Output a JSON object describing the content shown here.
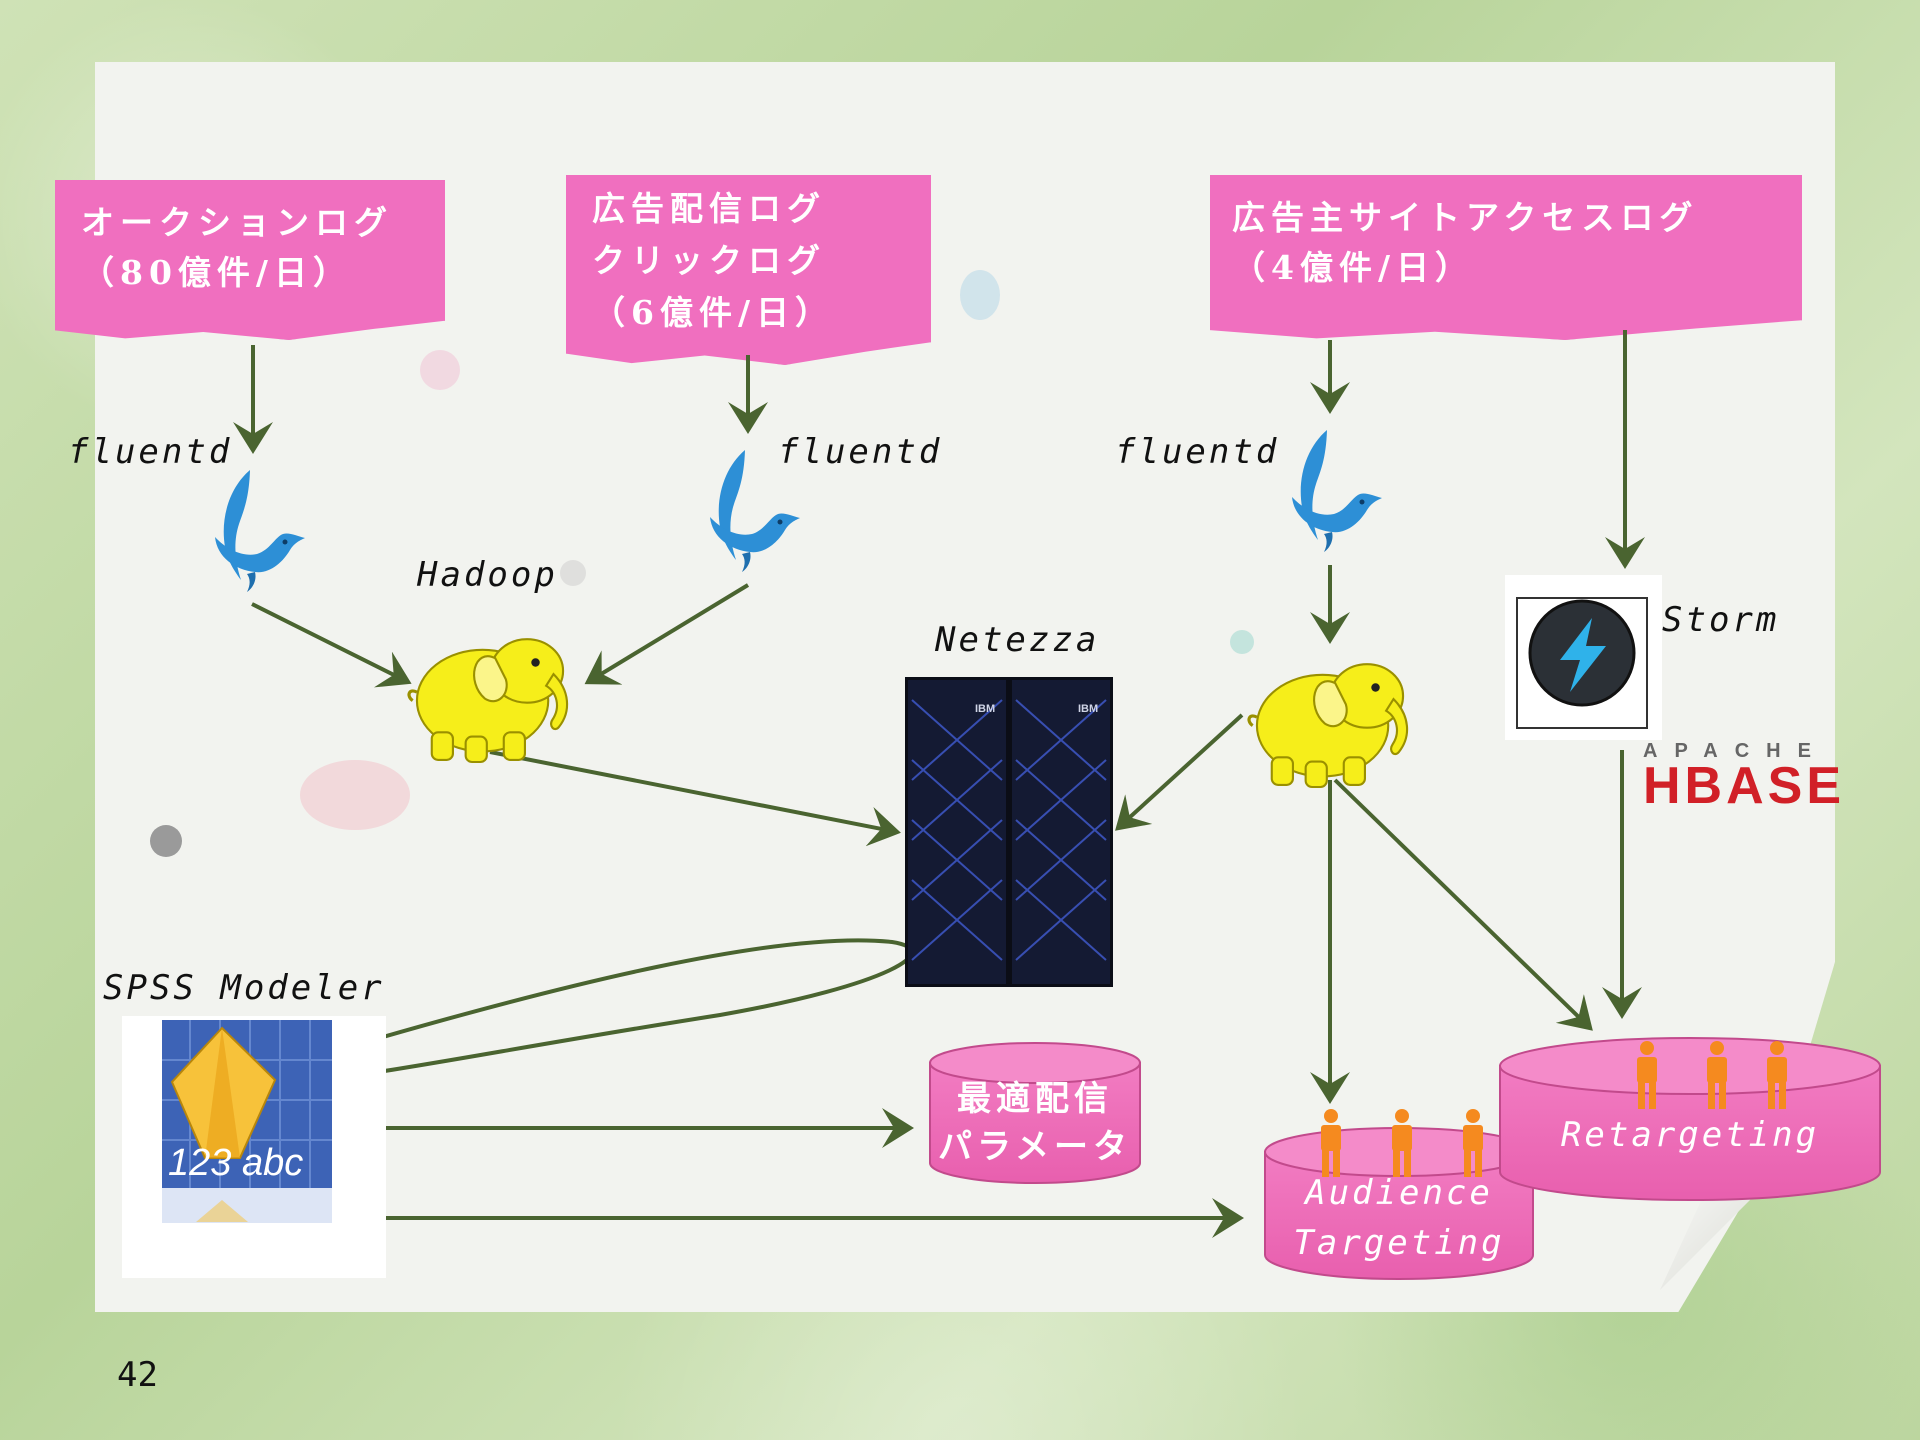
{
  "log_sources": [
    {
      "line1": "オークションログ",
      "line2": "（80億件/日）",
      "line3": ""
    },
    {
      "line1": "広告配信ログ",
      "line2": "クリックログ",
      "line3": "（6億件/日）"
    },
    {
      "line1": "広告主サイトアクセスログ",
      "line2": "（4億件/日）",
      "line3": ""
    }
  ],
  "labels": {
    "fluentd": "fluentd",
    "hadoop": "Hadoop",
    "netezza": "Netezza",
    "storm": "Storm",
    "spss": "SPSS Modeler",
    "hbase_top": "APACHE",
    "hbase_main": "HBASE",
    "netezza_brand": "IBM",
    "spss_icon_text": "123 abc"
  },
  "outputs": {
    "param_line1": "最適配信",
    "param_line2": "パラメータ",
    "audience_line1": "Audience",
    "audience_line2": "Targeting",
    "retargeting": "Retargeting"
  },
  "page_number": "42",
  "colors": {
    "box_pink": "#f06fbf",
    "db_pink": "#ee6db8",
    "arrow_green": "#4a6430",
    "person_orange": "#f58a1f",
    "hadoop_yellow": "#f6ee1a",
    "fluentd_blue": "#2d8fd6",
    "hbase_red": "#d12027"
  },
  "icons": [
    "fluentd-bird-icon",
    "hadoop-elephant-icon",
    "netezza-server-icon",
    "storm-lightning-icon",
    "spss-modeler-icon",
    "person-icon"
  ]
}
